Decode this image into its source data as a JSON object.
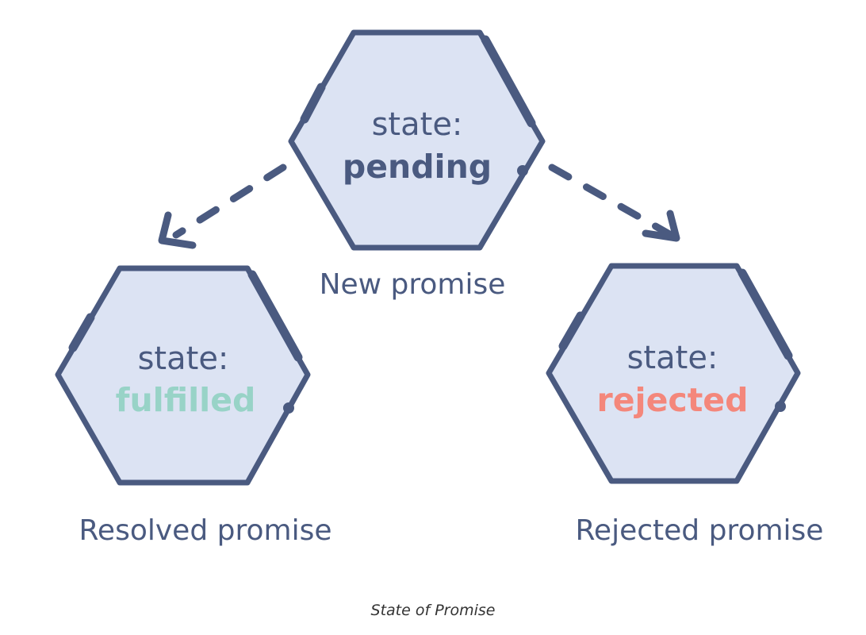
{
  "colors": {
    "stroke": "#4a5a80",
    "fill": "#dce3f3",
    "pending": "#4a5a80",
    "fulfilled": "#98d3c7",
    "rejected": "#f4877b"
  },
  "nodes": {
    "pending": {
      "label": "state:",
      "value": "pending",
      "caption": "New promise"
    },
    "fulfilled": {
      "label": "state:",
      "value": "fulfilled",
      "caption": "Resolved promise"
    },
    "rejected": {
      "label": "state:",
      "value": "rejected",
      "caption": "Rejected promise"
    }
  },
  "edges": [
    {
      "from": "pending",
      "to": "fulfilled",
      "style": "dashed"
    },
    {
      "from": "pending",
      "to": "rejected",
      "style": "dashed"
    }
  ],
  "figure": {
    "caption": "State of Promise"
  }
}
